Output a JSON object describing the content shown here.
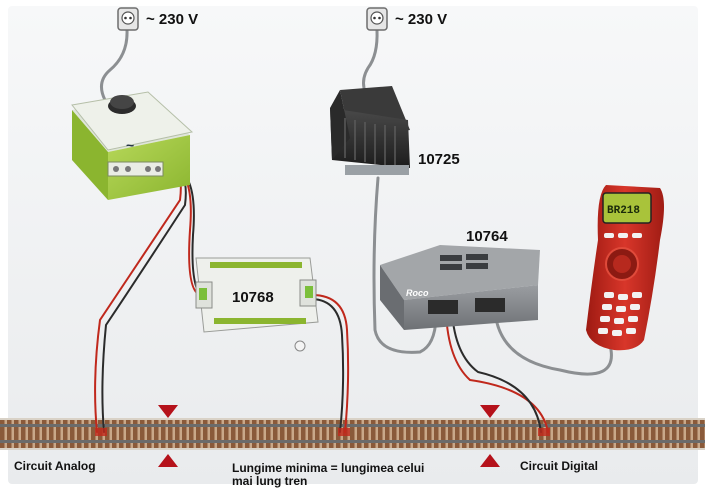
{
  "power_left": "~ 230 V",
  "power_right": "~ 230 V",
  "devices": {
    "transformer_label": "10725",
    "amplifier_label": "10764",
    "module_label": "10768",
    "amplifier_brand": "Roco"
  },
  "captions": {
    "analog": "Circuit Analog",
    "minimum_line1": "Lungime minima = lungimea celui",
    "minimum_line2": "mai lung tren",
    "digital": "Circuit Digital"
  },
  "handset": {
    "screen_text": "BR218"
  },
  "colors": {
    "controller_green": "#9bc53d",
    "amplifier_grey": "#8a8d90",
    "handset_red": "#c8281e",
    "marker_red": "#b5121b",
    "wire_red": "#c0281c",
    "wire_dark": "#2b2b2b",
    "cable_grey": "#8c8f92",
    "rail_brown": "#8a5a3a",
    "panel_bg": "#f2f3f4"
  }
}
